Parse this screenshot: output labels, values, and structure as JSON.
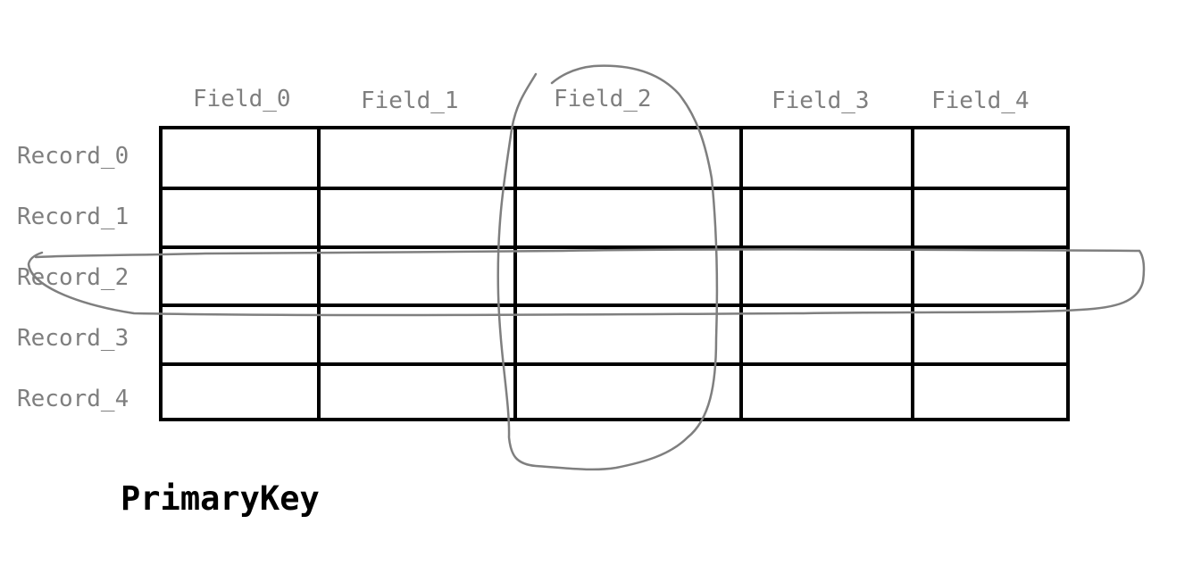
{
  "fields": [
    "Field_0",
    "Field_1",
    "Field_2",
    "Field_3",
    "Field_4"
  ],
  "records": [
    "Record_0",
    "Record_1",
    "Record_2",
    "Record_3",
    "Record_4"
  ],
  "caption": "PrimaryKey",
  "highlighted_column": "Field_2",
  "highlighted_row": "Record_2",
  "colors": {
    "grid_line": "#000000",
    "label_text": "#7f7f7f",
    "annotation_stroke": "#7f7f7f",
    "caption_text": "#000000",
    "background": "#ffffff"
  }
}
